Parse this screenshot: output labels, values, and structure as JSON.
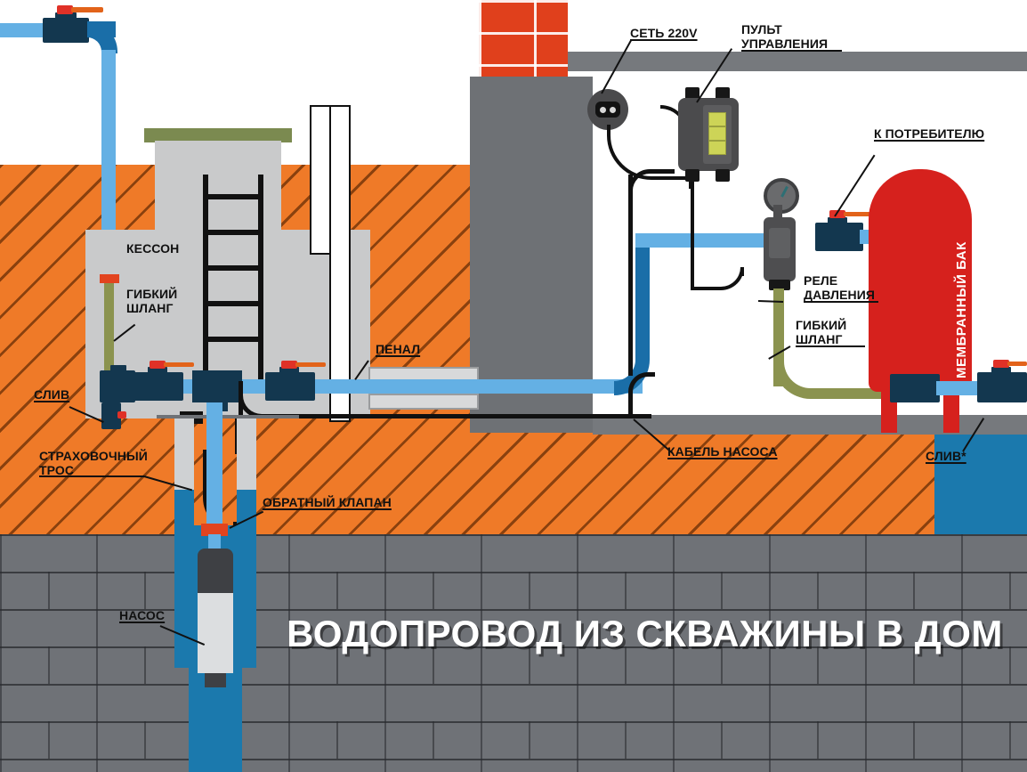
{
  "diagram": {
    "title": "ВОДОПРОВОД ИЗ СКВАЖИНЫ В ДОМ",
    "labels": {
      "caisson": "КЕССОН",
      "flex_hose_left": "ГИБКИЙ\nШЛАНГ",
      "drain_left": "СЛИВ",
      "safety_rope": "СТРАХОВОЧНЫЙ\nТРОС",
      "check_valve": "ОБРАТНЫЙ КЛАПАН",
      "pencil_conduit": "ПЕНАЛ",
      "pump": "НАСОС",
      "mains_220v": "СЕТЬ 220V",
      "control_panel": "ПУЛЬТ\nУПРАВЛЕНИЯ",
      "to_consumer": "К ПОТРЕБИТЕЛЮ",
      "pressure_relay": "РЕЛЕ\nДАВЛЕНИЯ",
      "flex_hose_right": "ГИБКИЙ\nШЛАНГ",
      "pump_cable": "КАБЕЛЬ НАСОСА",
      "drain_right": "СЛИВ*",
      "membrane_tank": "МЕМБРАННЫЙ БАК"
    },
    "colors": {
      "soil": "#ef7a28",
      "soil_hatch": "#78370a",
      "bedrock": "#6f7277",
      "brick": "#e0401c",
      "concrete": "#6e7175",
      "caisson": "#c9cacb",
      "caisson_lid": "#7b8a50",
      "pipe_light_blue": "#64b0e4",
      "pipe_dark_blue": "#1a6ea8",
      "hose_green": "#8b934f",
      "valve_body": "#13374f",
      "handle_red": "#e03127",
      "handle_orange": "#e2631a",
      "tank_red": "#d6211d",
      "water_blue": "#1b79ad",
      "cable_black": "#111111",
      "device_grey": "#4b4b4d",
      "led_yellow": "#cdd457",
      "title_white": "#ffffff"
    }
  }
}
